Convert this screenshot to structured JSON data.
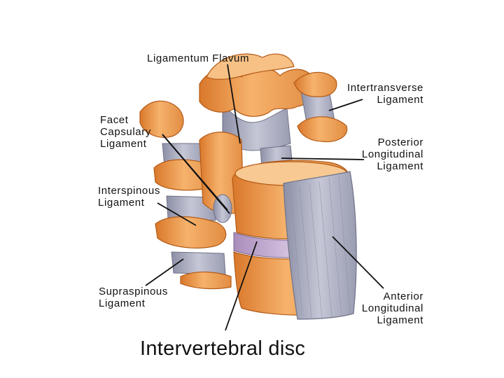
{
  "labels": {
    "ligamentum_flavum": "Ligamentum Flavum",
    "intertransverse": [
      "Intertransverse",
      "Ligament"
    ],
    "facet_capsulary": [
      "Facet",
      "Capsulary",
      "Ligament"
    ],
    "posterior_longitudinal": [
      "Posterior",
      "Longitudinal",
      "Ligament"
    ],
    "interspinous": [
      "Interspinous",
      "Ligament"
    ],
    "supraspinous": [
      "Supraspinous",
      "Ligament"
    ],
    "anterior_longitudinal": [
      "Anterior",
      "Longitudinal",
      "Ligament"
    ],
    "intervertebral_disc": "Intervertebral disc"
  },
  "colors": {
    "bone": "#f0a45a",
    "bone_dark": "#c8661c",
    "bone_light": "#fcd7a4",
    "ligament": "#b7b9c9",
    "ligament_dark": "#7d8096",
    "disc": "#c2a9cf",
    "leader_line": "#111111"
  }
}
